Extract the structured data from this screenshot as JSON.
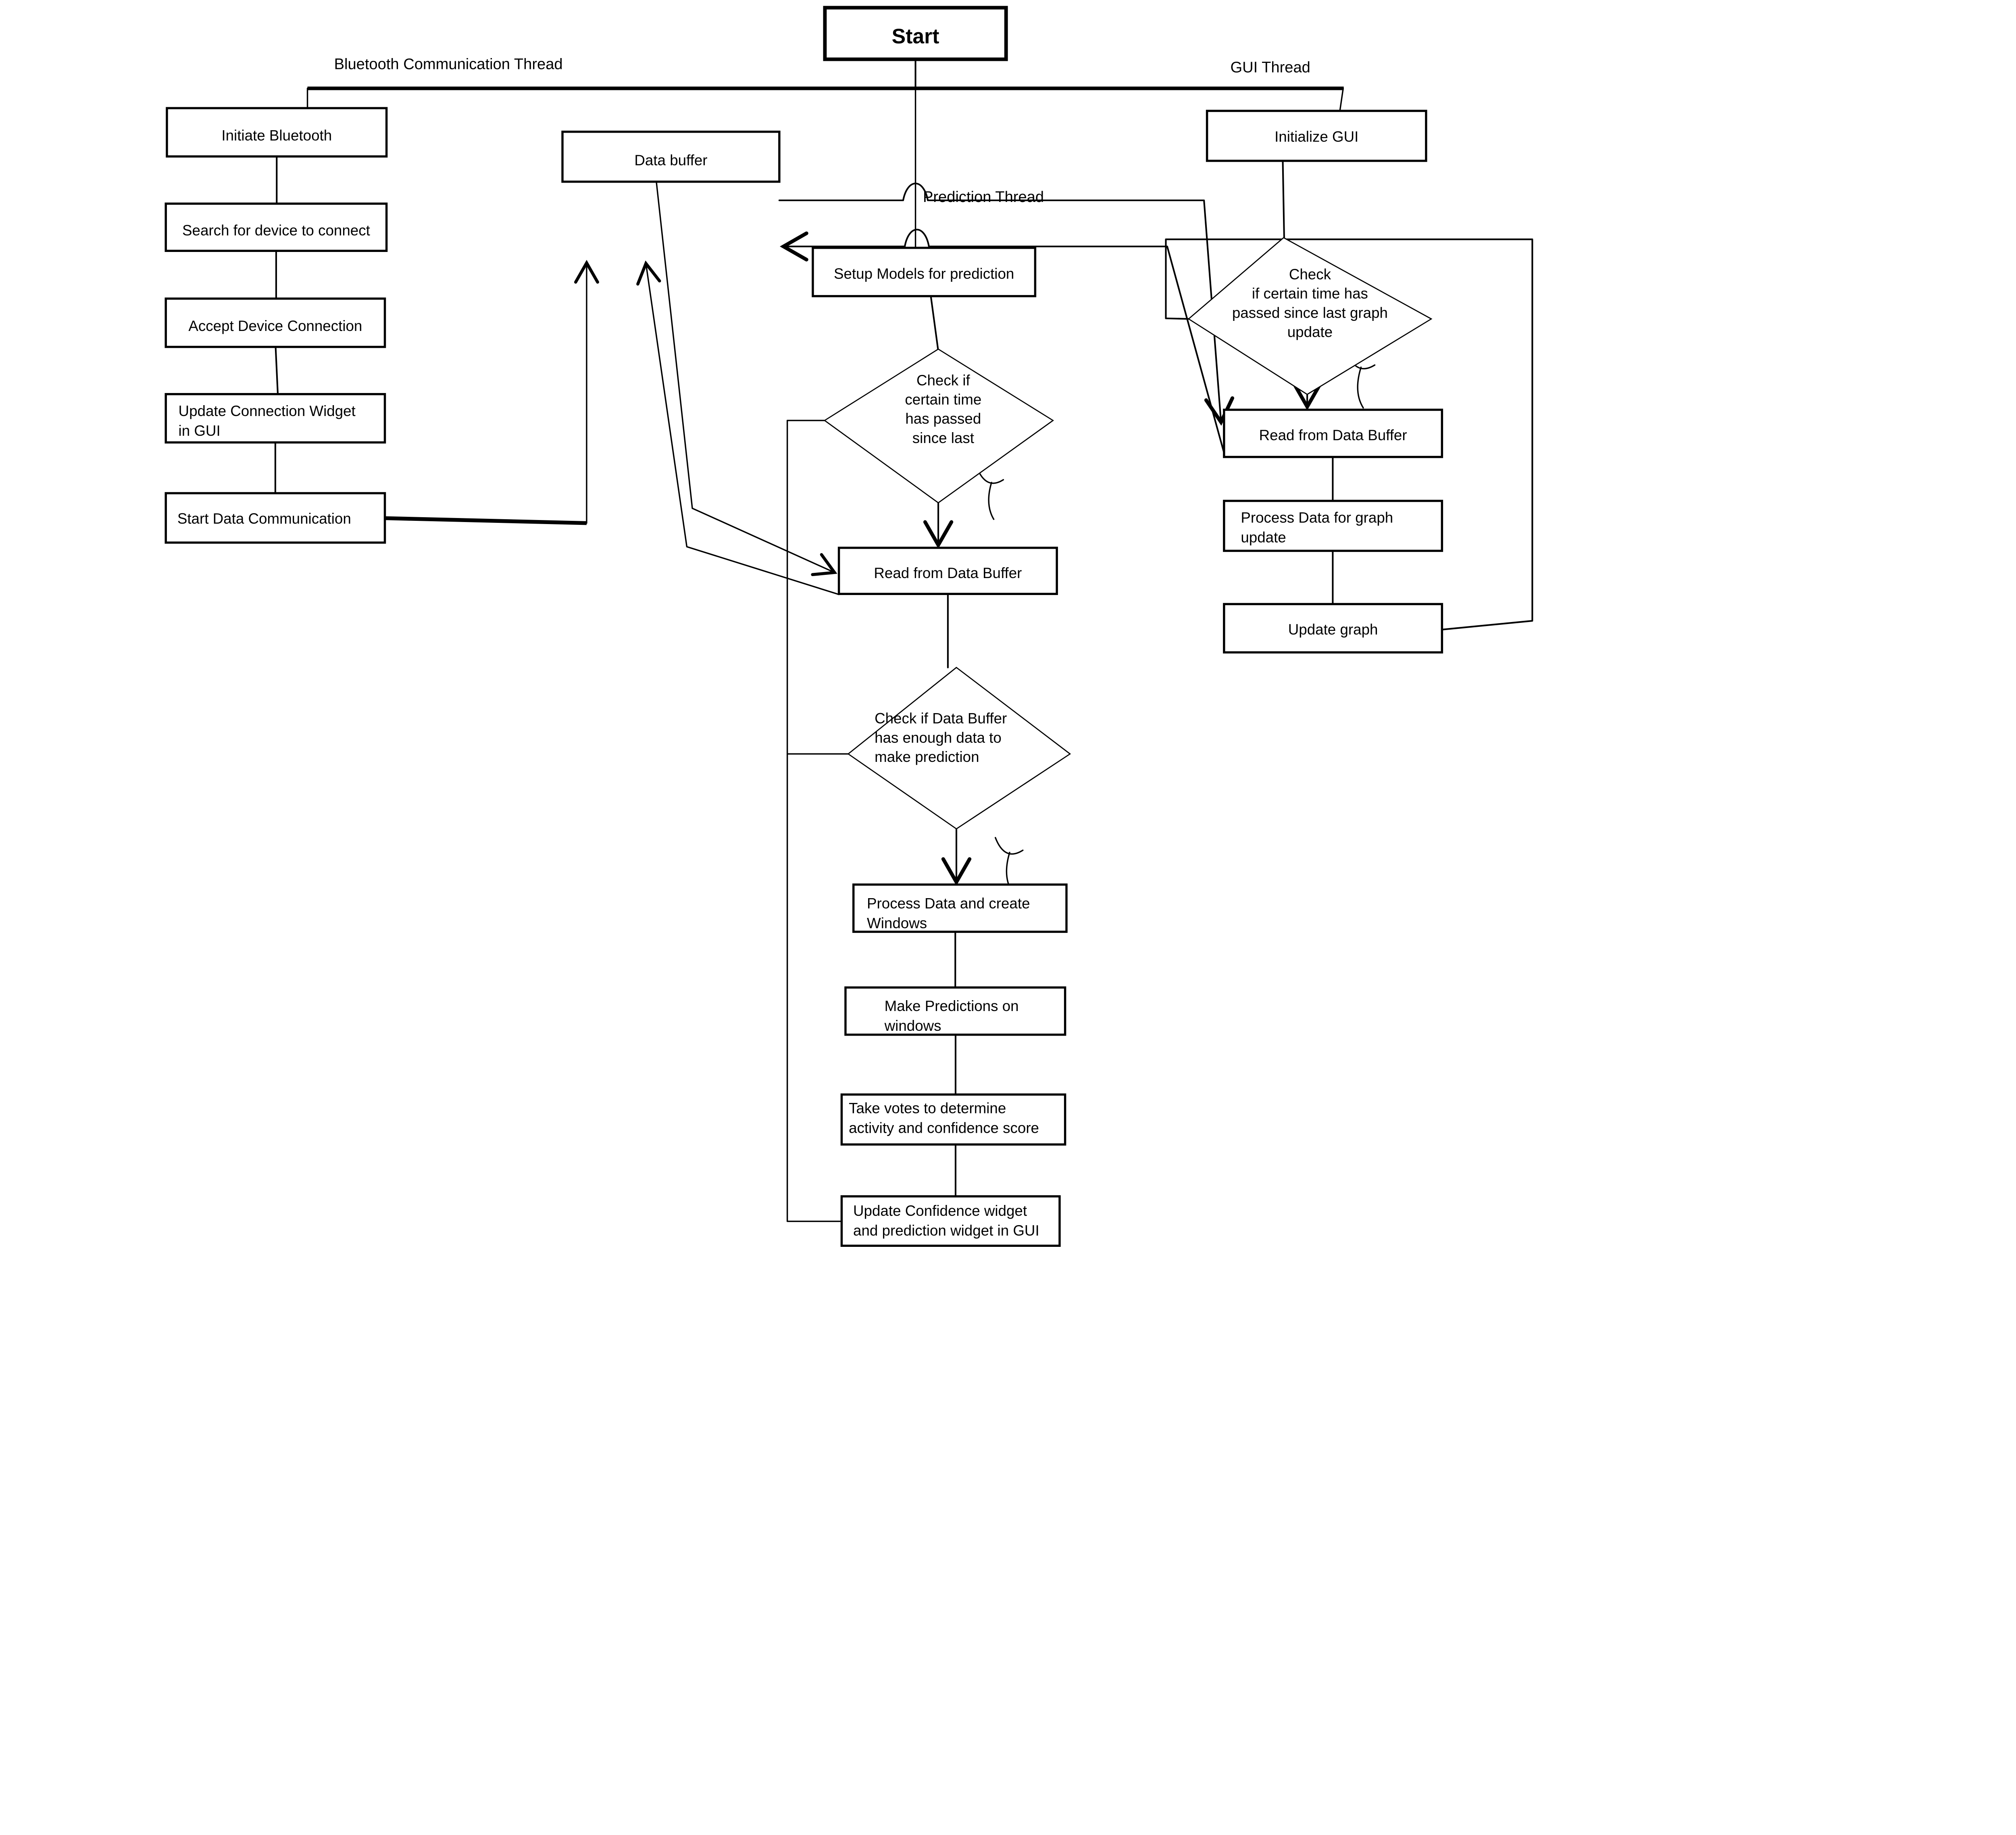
{
  "diagram": {
    "background": "#ffffff",
    "ink": "#000000",
    "thread_labels": {
      "bluetooth": "Bluetooth Communication Thread",
      "prediction": "Prediction Thread",
      "gui": "GUI Thread"
    },
    "nodes": {
      "start": {
        "label": "Start"
      },
      "initiate_bluetooth": {
        "label": "Initiate Bluetooth"
      },
      "search_device": {
        "label": "Search for device to connect"
      },
      "accept_device": {
        "label": "Accept Device Connection"
      },
      "update_conn_widget": {
        "lines": [
          "Update Connection Widget",
          "in GUI"
        ]
      },
      "start_data_comm": {
        "label": "Start Data Communication"
      },
      "data_buffer": {
        "label": "Data buffer"
      },
      "setup_models": {
        "label": "Setup Models for prediction"
      },
      "check_time_prediction": {
        "lines": [
          "Check if",
          "certain time",
          "has passed",
          "since last"
        ]
      },
      "read_buffer_mid": {
        "label": "Read from Data Buffer"
      },
      "check_enough_data": {
        "lines": [
          "Check if Data Buffer",
          "has enough data to",
          "make prediction"
        ]
      },
      "process_windows": {
        "lines": [
          "Process Data and create",
          "Windows"
        ]
      },
      "make_predictions": {
        "lines": [
          "Make Predictions on",
          "windows"
        ]
      },
      "take_votes": {
        "lines": [
          "Take votes to determine",
          "activity and confidence score"
        ]
      },
      "update_confidence": {
        "lines": [
          "Update Confidence widget",
          "and prediction widget in GUI"
        ]
      },
      "initialize_gui": {
        "label": "Initialize GUI"
      },
      "check_time_graph": {
        "lines": [
          "Check",
          "if certain time has",
          "passed since last graph",
          "update"
        ]
      },
      "read_buffer_gui": {
        "label": "Read from Data Buffer"
      },
      "process_graph_data": {
        "lines": [
          "Process Data for graph",
          "update"
        ]
      },
      "update_graph": {
        "label": "Update graph"
      }
    }
  }
}
